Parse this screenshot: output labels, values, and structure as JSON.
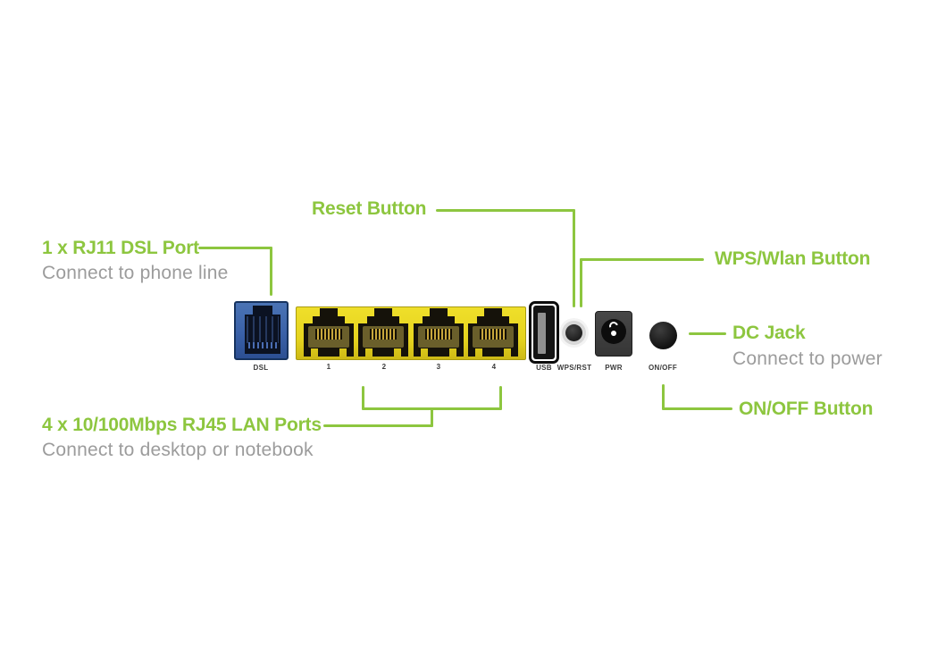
{
  "colors": {
    "accent_green": "#8dc63f",
    "text_gray": "#9c9c9c",
    "lan_panel_yellow": "#e6d41f",
    "dsl_port_blue": "#3a61a8"
  },
  "callouts": {
    "reset": {
      "label": "Reset Button"
    },
    "dsl_port": {
      "label": "1 x RJ11 DSL Port",
      "sublabel": "Connect to phone line"
    },
    "wps_wlan": {
      "label": "WPS/Wlan Button"
    },
    "dc_jack": {
      "label": "DC Jack",
      "sublabel": "Connect to power"
    },
    "on_off": {
      "label": "ON/OFF Button"
    },
    "lan_ports": {
      "label": "4 x 10/100Mbps RJ45 LAN Ports",
      "sublabel": "Connect to desktop or notebook"
    }
  },
  "panel": {
    "port_labels": {
      "dsl": "DSL",
      "lan": [
        "1",
        "2",
        "3",
        "4"
      ],
      "usb": "USB",
      "wps_rst": "WPS/RST",
      "pwr": "PWR",
      "on_off": "ON/OFF"
    }
  }
}
